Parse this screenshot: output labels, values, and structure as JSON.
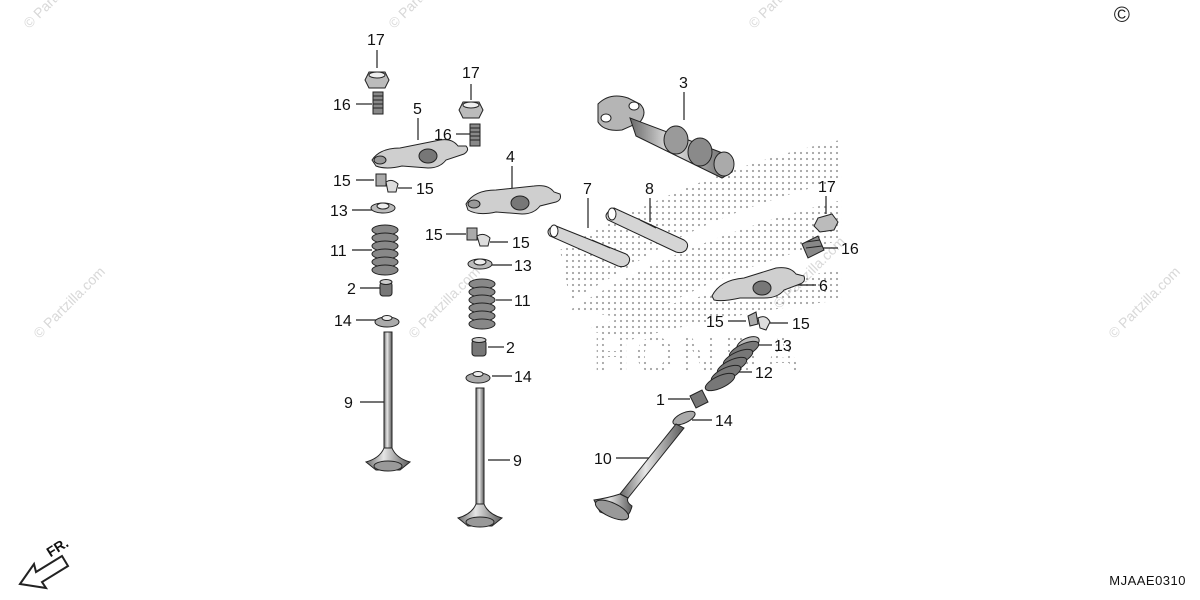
{
  "diagram": {
    "watermark_text": "© Partzilla.com",
    "copyright_symbol": "©",
    "drawing_code": "MJAAE0310",
    "front_indicator": "FR.",
    "callouts": {
      "c1": "1",
      "c2a": "2",
      "c2b": "2",
      "c3": "3",
      "c4": "4",
      "c5": "5",
      "c6": "6",
      "c7": "7",
      "c8": "8",
      "c9a": "9",
      "c9b": "9",
      "c10": "10",
      "c11a": "11",
      "c11b": "11",
      "c12": "12",
      "c13a": "13",
      "c13b": "13",
      "c13c": "13",
      "c14a": "14",
      "c14b": "14",
      "c14c": "14",
      "c15a": "15",
      "c15b": "15",
      "c15c": "15",
      "c15d": "15",
      "c15e": "15",
      "c15f": "15",
      "c16a": "16",
      "c16b": "16",
      "c16c": "16",
      "c17a": "17",
      "c17b": "17",
      "c17c": "17"
    },
    "background_logo_text": "HONDA"
  }
}
